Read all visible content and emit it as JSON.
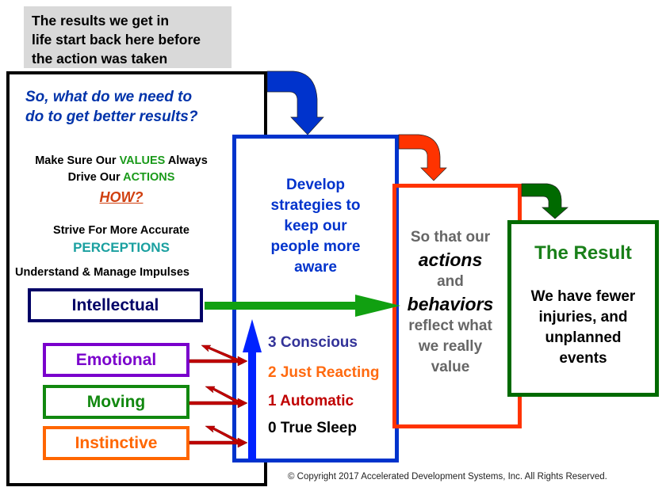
{
  "note": {
    "text_lines": [
      "The results we get in",
      "life start back here before",
      "the action was taken"
    ]
  },
  "left_box": {
    "question_lines": [
      "So, what do we need to",
      "do to get better results?"
    ],
    "values_line1": {
      "pre": "Make Sure Our ",
      "highlight": "VALUES",
      "post": " Always"
    },
    "values_line2": {
      "pre": "Drive Our ",
      "highlight": "ACTIONS"
    },
    "how": "HOW?",
    "perceptions_line1": "Strive For More Accurate",
    "perceptions_line2": "PERCEPTIONS",
    "impulses": "Understand & Manage Impulses",
    "impulse_boxes": [
      "Intellectual",
      "Emotional",
      "Moving",
      "Instinctive"
    ]
  },
  "middle_box": {
    "lines": [
      "Develop",
      "strategies to",
      "keep our",
      "people more",
      "aware"
    ],
    "levels": [
      "3 Conscious",
      "2 Just Reacting",
      "1 Automatic",
      "0 True Sleep"
    ]
  },
  "right_box": {
    "l1": "So that our",
    "l2": "actions",
    "l3": "and",
    "l4": "behaviors",
    "l5": "reflect what",
    "l6": "we really",
    "l7": "value"
  },
  "result_box": {
    "title": "The Result",
    "lines": [
      "We have fewer",
      "injuries, and",
      "unplanned",
      "events"
    ]
  },
  "copyright": "© Copyright 2017 Accelerated Development Systems, Inc. All Rights Reserved.",
  "colors": {
    "blue": "#0033cc",
    "red": "#ff3300",
    "green": "#006a00",
    "navy": "#000066",
    "purple": "#7a00cc",
    "orange": "#ff6600",
    "darkred": "#c00000",
    "teal": "#009999"
  }
}
